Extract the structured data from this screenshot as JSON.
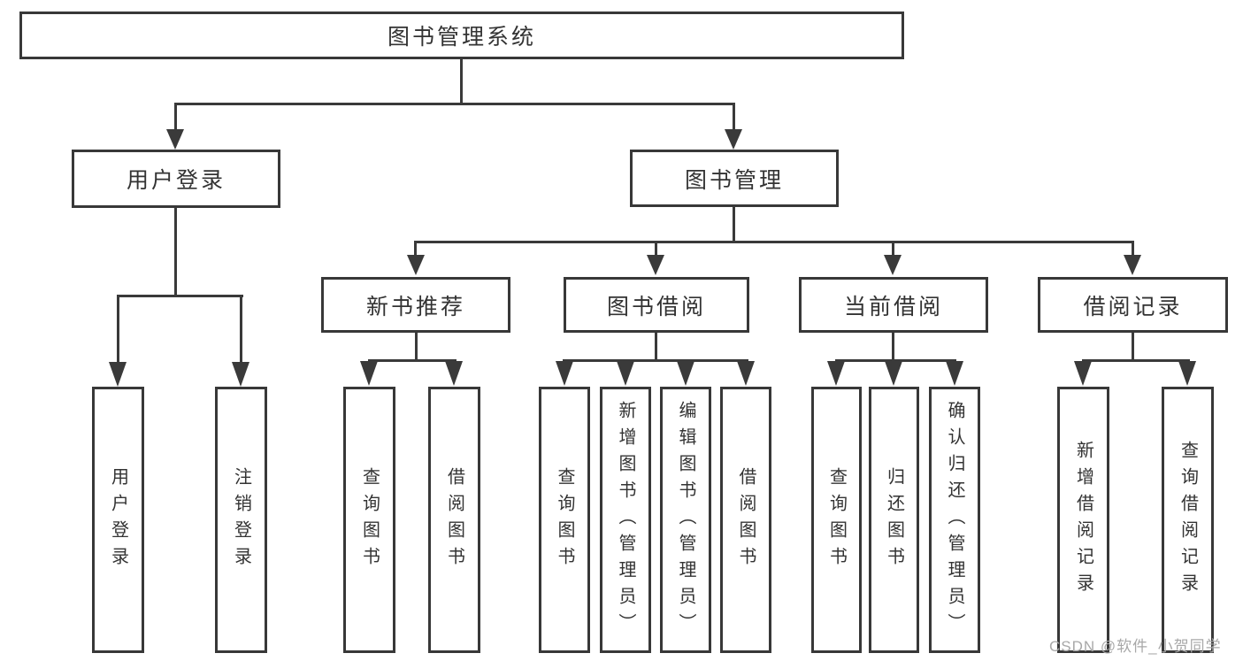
{
  "diagram": {
    "title_note": "functional structure diagram",
    "root": {
      "label": "图书管理系统"
    },
    "user_branch": {
      "label": "用户登录",
      "children": [
        {
          "label": "用户登录"
        },
        {
          "label": "注销登录"
        }
      ]
    },
    "book_branch": {
      "label": "图书管理",
      "modules": [
        {
          "label": "新书推荐",
          "children": [
            {
              "label": "查询图书"
            },
            {
              "label": "借阅图书"
            }
          ]
        },
        {
          "label": "图书借阅",
          "children": [
            {
              "label": "查询图书"
            },
            {
              "label": "新增图书（管理员）"
            },
            {
              "label": "编辑图书（管理员）"
            },
            {
              "label": "借阅图书"
            }
          ]
        },
        {
          "label": "当前借阅",
          "children": [
            {
              "label": "查询图书"
            },
            {
              "label": "归还图书"
            },
            {
              "label": "确认归还（管理员）"
            }
          ]
        },
        {
          "label": "借阅记录",
          "children": [
            {
              "label": "新增借阅记录"
            },
            {
              "label": "查询借阅记录"
            }
          ]
        }
      ]
    },
    "colors": {
      "line": "#3a3a3a",
      "border": "#383838",
      "text": "#333333",
      "watermark": "#a8a8a8",
      "background": "#ffffff"
    },
    "watermark": "CSDN @软件_小贺同学"
  }
}
